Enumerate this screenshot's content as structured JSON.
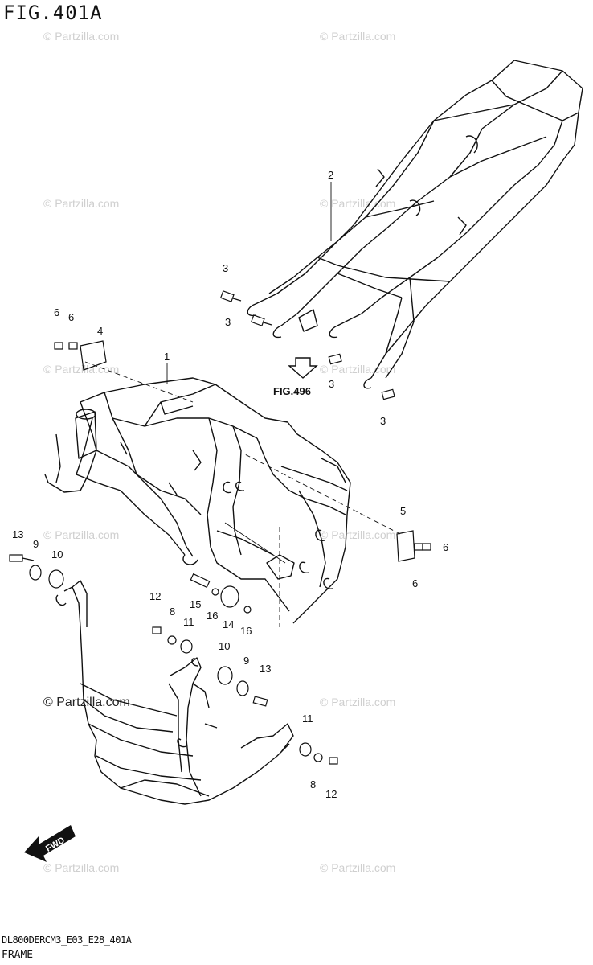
{
  "figure": {
    "title": "FIG.401A",
    "code": "DL800DERCM3_E03_E28_401A",
    "caption": "FRAME",
    "ref_label": "FIG.496",
    "fwd_label": "FWD"
  },
  "watermark": {
    "text": "© Partzilla.com"
  },
  "callouts": [
    "1",
    "2",
    "3",
    "4",
    "5",
    "6",
    "8",
    "9",
    "10",
    "11",
    "12",
    "13",
    "14",
    "15",
    "16"
  ]
}
